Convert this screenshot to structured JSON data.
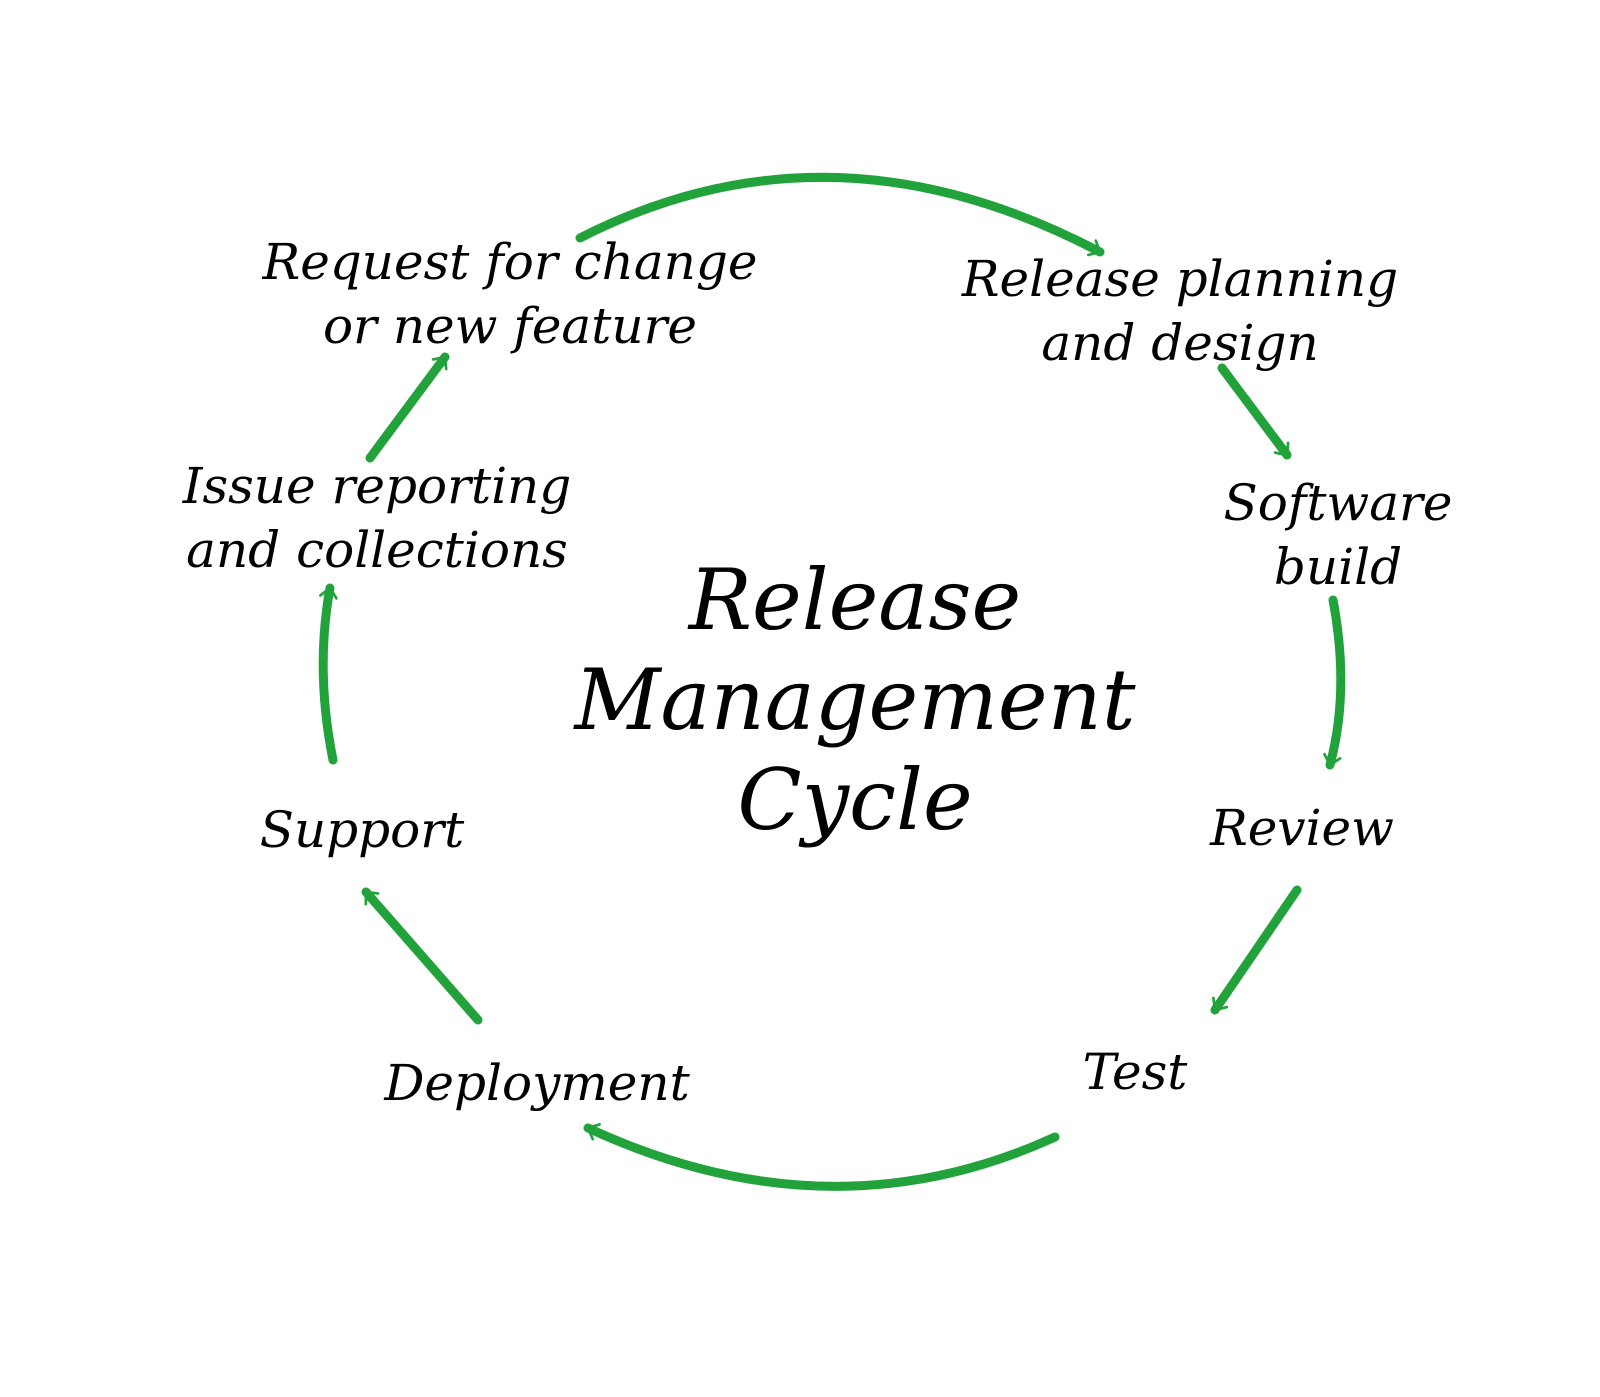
{
  "title": {
    "lines": [
      "Release",
      "Management",
      "Cycle"
    ]
  },
  "colors": {
    "arrow": "#22a23a",
    "text": "#000000"
  },
  "stages": [
    {
      "lines": [
        "Request for change",
        "or new feature"
      ]
    },
    {
      "lines": [
        "Release planning",
        "and design"
      ]
    },
    {
      "lines": [
        "Software",
        "build"
      ]
    },
    {
      "lines": [
        "Review"
      ]
    },
    {
      "lines": [
        "Test"
      ]
    },
    {
      "lines": [
        "Deployment"
      ]
    },
    {
      "lines": [
        "Support"
      ]
    },
    {
      "lines": [
        "Issue reporting",
        "and collections"
      ]
    }
  ]
}
